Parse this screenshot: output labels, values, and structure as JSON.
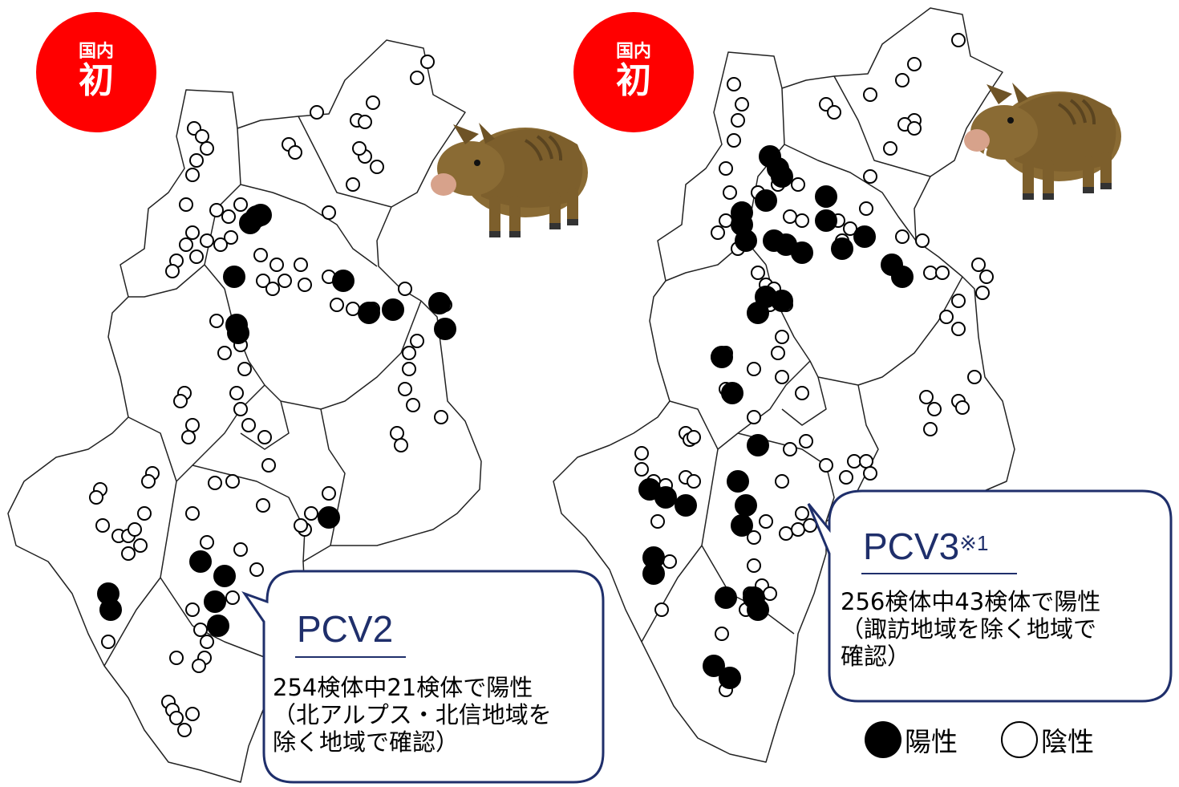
{
  "badges": {
    "left": {
      "small": "国内",
      "big": "初"
    },
    "right": {
      "small": "国内",
      "big": "初"
    }
  },
  "callouts": {
    "left": {
      "title": "PCV2",
      "line1": "254検体中21検体で陽性",
      "line2": "（北アルプス・北信地域を",
      "line3": "除く地域で確認）"
    },
    "right": {
      "title": "PCV3",
      "title_sup": "※1",
      "line1": "256検体中43検体で陽性",
      "line2": "（諏訪地域を除く地域で",
      "line3": "確認）"
    }
  },
  "legend": {
    "positive_label": "陽性",
    "negative_label": "陰性"
  },
  "colors": {
    "badge": "#ff0000",
    "callout_border": "#1f2f6b",
    "positive": "#000000",
    "negative": "#ffffff"
  },
  "icons": [
    "wild-boar-icon"
  ]
}
